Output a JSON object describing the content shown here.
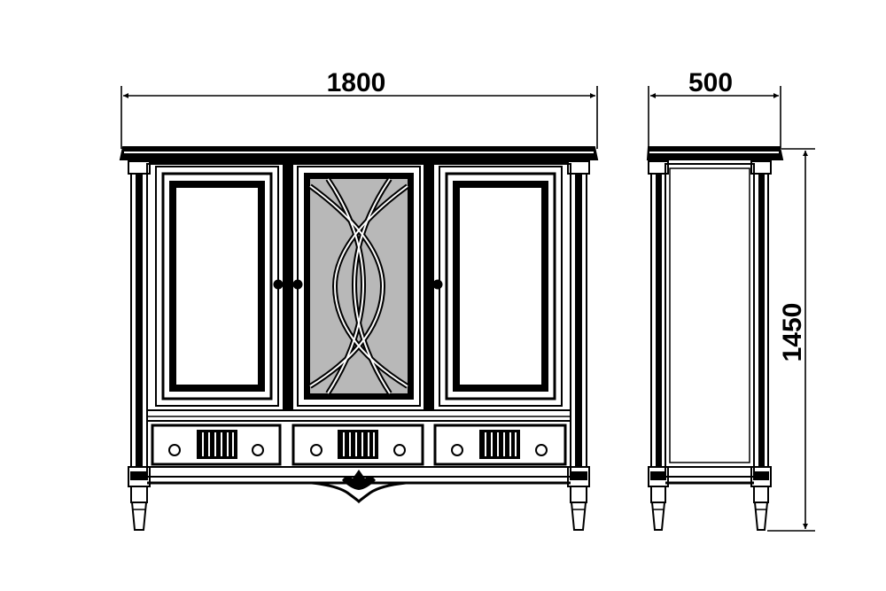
{
  "dimensions": {
    "width": "1800",
    "depth": "500",
    "height": "1450"
  },
  "colors": {
    "ink": "#000000",
    "paper": "#ffffff",
    "glass": "#b8b8b8"
  }
}
